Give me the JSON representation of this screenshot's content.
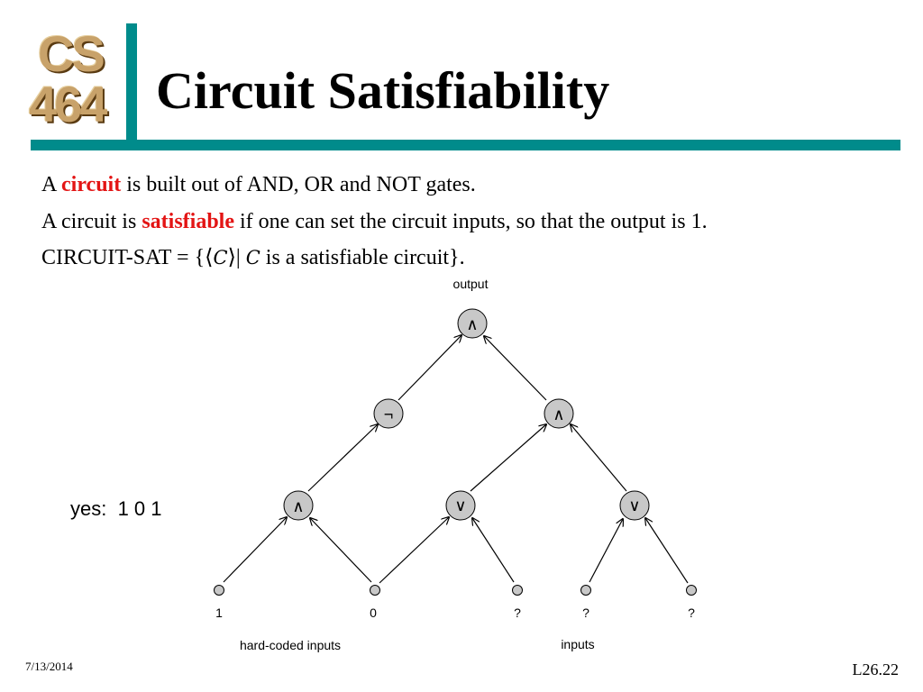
{
  "logo": {
    "line1": "CS",
    "line2": "464"
  },
  "title": "Circuit Satisfiability",
  "body": {
    "line1": {
      "prefix": "A ",
      "term": "circuit",
      "suffix": " is built out of AND, OR and NOT gates."
    },
    "line2": {
      "prefix": "A circuit is ",
      "term": "satisfiable",
      "suffix": " if one can set the circuit inputs, so that the output is 1."
    },
    "line3": {
      "prefix": "CIRCUIT-SAT = {⟨",
      "var1": "C",
      "mid": "⟩| ",
      "var2": "C",
      "suffix": " is a satisfiable circuit}."
    }
  },
  "diagram": {
    "output_label": "output",
    "gates": [
      {
        "id": "g_and_top",
        "symbol": "∧"
      },
      {
        "id": "g_not",
        "symbol": "¬"
      },
      {
        "id": "g_and_mid",
        "symbol": "∧"
      },
      {
        "id": "g_and_left",
        "symbol": "∧"
      },
      {
        "id": "g_or_mid",
        "symbol": "∨"
      },
      {
        "id": "g_or_right",
        "symbol": "∨"
      }
    ],
    "inputs": [
      "1",
      "0",
      "?",
      "?",
      "?"
    ],
    "hard_coded_label": "hard-coded inputs",
    "inputs_label": "inputs"
  },
  "annotation": "yes:  1 0 1",
  "footer": {
    "date": "7/13/2014",
    "page": "L26.22"
  },
  "colors": {
    "accent": "#008b8b",
    "highlight": "#e31414",
    "node_fill": "#c8c8c8"
  }
}
